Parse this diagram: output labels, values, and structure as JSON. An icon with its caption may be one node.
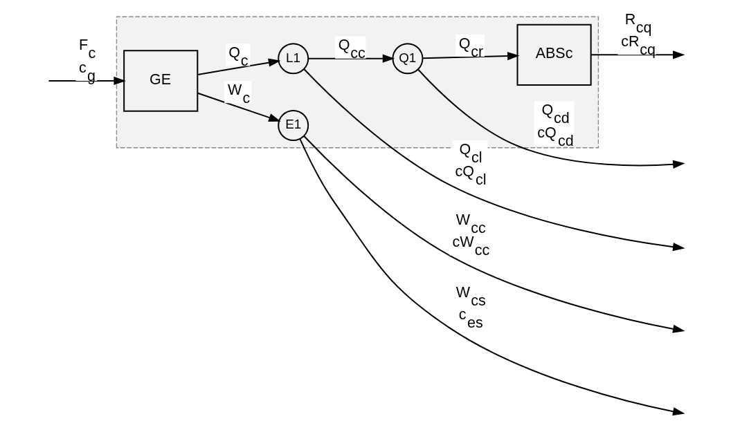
{
  "diagram": {
    "nodes": [
      {
        "text": [],
        "shape": "box"
      },
      {
        "text": [
          "GE"
        ],
        "in": 0
      },
      {
        "text": [
          "E1"
        ],
        "in": 0
      },
      {
        "text": [
          "L1"
        ],
        "in": 0
      },
      {
        "text": [
          "Q1"
        ],
        "in": 0
      },
      {
        "text": [
          "ABSc"
        ],
        "in": 0
      }
    ],
    "edges": [
      {
        "from": null,
        "to": 1,
        "arrow": "to",
        "label": "F$_{c}$ c$_{g}$"
      },
      {
        "from": 1,
        "to": 2,
        "arrow": "to",
        "label": "W$_{c}$"
      },
      {
        "from": 1,
        "to": 3,
        "arrow": "to",
        "label": "Q$_{c}$"
      },
      {
        "from": 2,
        "to": null,
        "arrow": "to",
        "label": "W$_{cs}$ c$_{es}$"
      },
      {
        "from": 2,
        "to": null,
        "arrow": "to",
        "label": "W$_{cc}$ cW$_{cc}$"
      },
      {
        "from": 3,
        "to": 4,
        "arrow": "to",
        "label": "Q$_{cc}$"
      },
      {
        "from": 3,
        "to": null,
        "arrow": "to",
        "label": "Q$_{cl}$ cQ$_{cl}$"
      },
      {
        "from": 4,
        "to": null,
        "arrow": "to",
        "label": "Q$_{cd}$ cQ$_{cd}$"
      },
      {
        "from": 4,
        "to": 5,
        "arrow": "to",
        "label": "Q$_{cr}$"
      },
      {
        "from": 5,
        "to": null,
        "arrow": "to",
        "label": "R$_{cq}$ cR$_{cq}$"
      }
    ]
  }
}
